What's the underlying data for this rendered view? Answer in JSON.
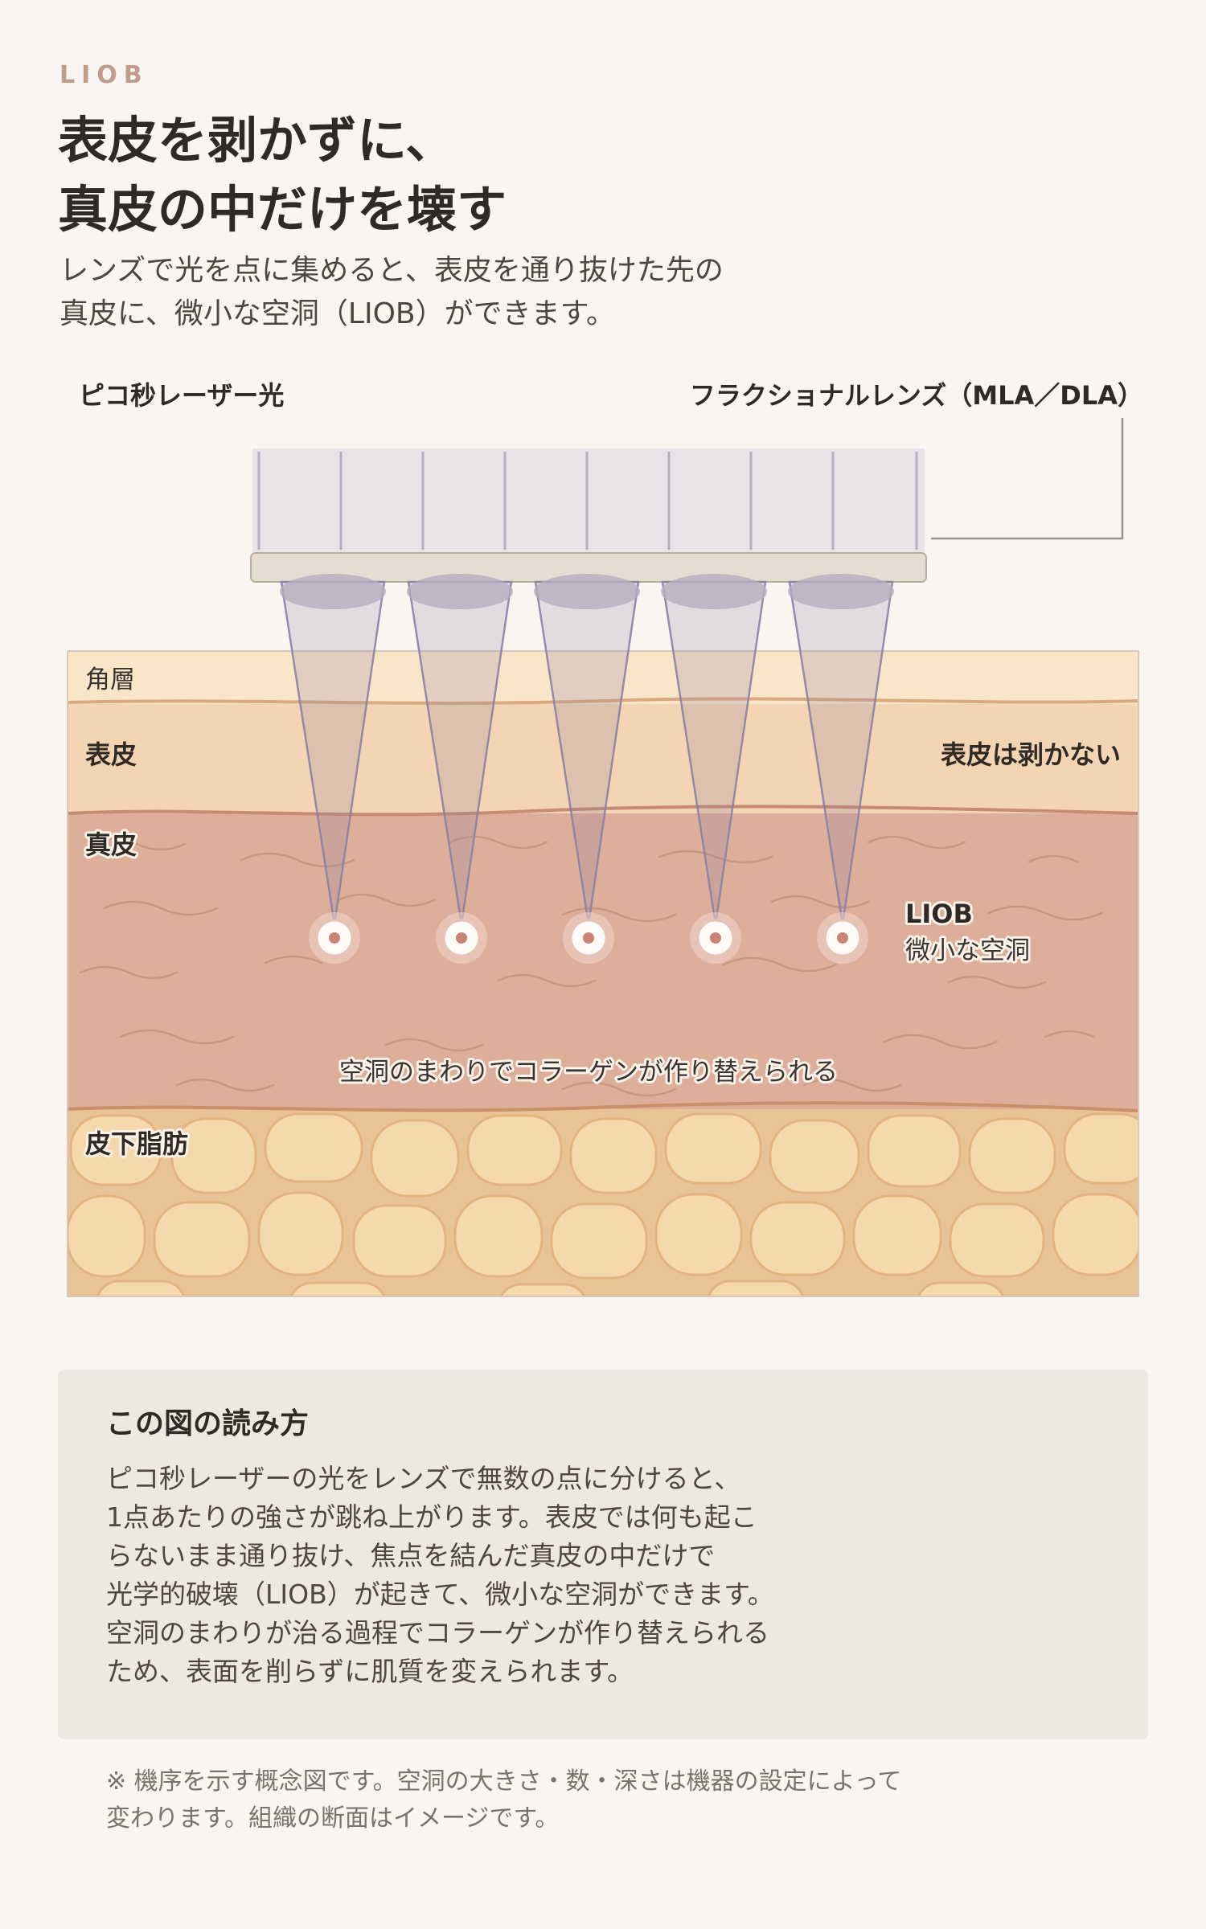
{
  "header": {
    "kicker": "LIOB",
    "title_lines": [
      "表皮を剥かずに、",
      "真皮の中だけを壊す"
    ],
    "lead_lines": [
      "レンズで光を点に集めると、表皮を通り抜けた先の",
      "真皮に、微小な空洞（LIOB）ができます。"
    ]
  },
  "diagram": {
    "laser_label": "ピコ秒レーザー光",
    "lens_label": "フラクショナルレンズ（MLA／DLA）",
    "layers": {
      "stratum_corneum": "角層",
      "epidermis": "表皮",
      "dermis": "真皮",
      "subcutaneous_fat": "皮下脂肪"
    },
    "epidermis_note": "表皮は剥かない",
    "liob_title": "LIOB",
    "liob_subtitle": "微小な空洞",
    "collagen_note": "空洞のまわりでコラーゲンが作り替えられる",
    "focal_spot_count": 5,
    "colors": {
      "corneum": "#f9e5c8",
      "epidermis": "#f3d4b3",
      "dermis": "#ddae99",
      "fat_cell": "#f5d8ac",
      "fat_bg": "#e7c396",
      "lens": "#e9e4e8",
      "beam": "#8d7fa6",
      "cavity": "#c98476"
    }
  },
  "howto": {
    "heading": "この図の読み方",
    "lines": [
      "ピコ秒レーザーの光をレンズで無数の点に分けると、",
      "1点あたりの強さが跳ね上がります。表皮では何も起こ",
      "らないまま通り抜け、焦点を結んだ真皮の中だけで",
      "光学的破壊（LIOB）が起きて、微小な空洞ができます。",
      "空洞のまわりが治る過程でコラーゲンが作り替えられる",
      "ため、表面を削らずに肌質を変えられます。"
    ]
  },
  "footnote_lines": [
    "※ 機序を示す概念図です。空洞の大きさ・数・深さは機器の設定によって",
    "変わります。組織の断面はイメージです。"
  ]
}
